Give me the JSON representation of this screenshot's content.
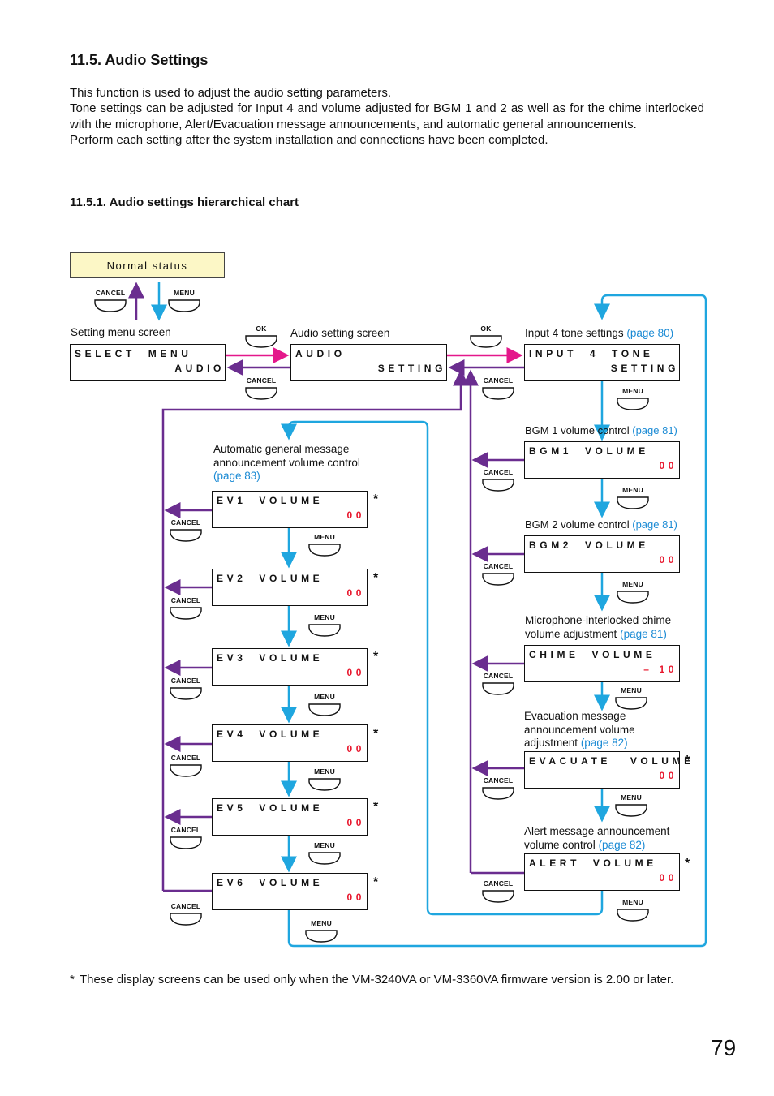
{
  "section_title": "11.5. Audio Settings",
  "intro": [
    "This function is used to adjust the audio setting parameters.",
    "Tone settings can be adjusted for Input 4 and volume adjusted for BGM 1 and 2 as well as for the chime interlocked with the microphone, Alert/Evacuation message announcements, and automatic general announcements.",
    "Perform each setting after the system installation and connections have been completed."
  ],
  "subsection_title": "11.5.1. Audio settings hierarchical chart",
  "normal_status": "Normal status",
  "buttons": {
    "cancel": "CANCEL",
    "menu": "MENU",
    "ok": "OK"
  },
  "labels": {
    "setting_menu": "Setting menu screen",
    "audio_setting": "Audio setting screen",
    "input4": "Input 4 tone settings",
    "input4_page": "(page 80)",
    "bgm1": "BGM 1 volume control",
    "bgm1_page": "(page 81)",
    "bgm2": "BGM 2 volume control",
    "bgm2_page": "(page 81)",
    "chime": "Microphone-interlocked chime volume adjustment",
    "chime_page": "(page 81)",
    "evacuate": "Evacuation message announcement volume adjustment",
    "evacuate_page": "(page 82)",
    "alert": "Alert message announcement volume control",
    "alert_page": "(page 82)",
    "auto": "Automatic general message announcement volume control",
    "auto_page": "(page 83)"
  },
  "screens": {
    "select_menu": {
      "l1": "SELECT  MENU",
      "l2": "AUDIO"
    },
    "audio": {
      "l1": "AUDIO",
      "l2": "SETTING"
    },
    "input4": {
      "l1": "INPUT  4  TONE",
      "l2": "SETTING"
    },
    "bgm1": {
      "l1": "BGM1  VOLUME",
      "l2": "00"
    },
    "bgm2": {
      "l1": "BGM2  VOLUME",
      "l2": "00"
    },
    "chime": {
      "l1": "CHIME  VOLUME",
      "l2": "– 10"
    },
    "evacuate": {
      "l1": "EVACUATE   VOLUME",
      "l2": "00"
    },
    "alert": {
      "l1": "ALERT  VOLUME",
      "l2": "00"
    },
    "ev1": {
      "l1": "EV1  VOLUME",
      "l2": "00"
    },
    "ev2": {
      "l1": "EV2  VOLUME",
      "l2": "00"
    },
    "ev3": {
      "l1": "EV3  VOLUME",
      "l2": "00"
    },
    "ev4": {
      "l1": "EV4  VOLUME",
      "l2": "00"
    },
    "ev5": {
      "l1": "EV5  VOLUME",
      "l2": "00"
    },
    "ev6": {
      "l1": "EV6  VOLUME",
      "l2": "00"
    }
  },
  "asterisk": "*",
  "footnote_star": "*",
  "footnote": "These display screens can be used only when the VM-3240VA or VM-3360VA firmware version is 2.00 or later.",
  "page_number": "79",
  "colors": {
    "cancel_line": "#6a2d8f",
    "menu_line": "#1fa6df",
    "ok_line": "#e4178b",
    "link": "#1a8ad4",
    "value": "#e8182e",
    "normal_bg": "#fcf7c6"
  }
}
